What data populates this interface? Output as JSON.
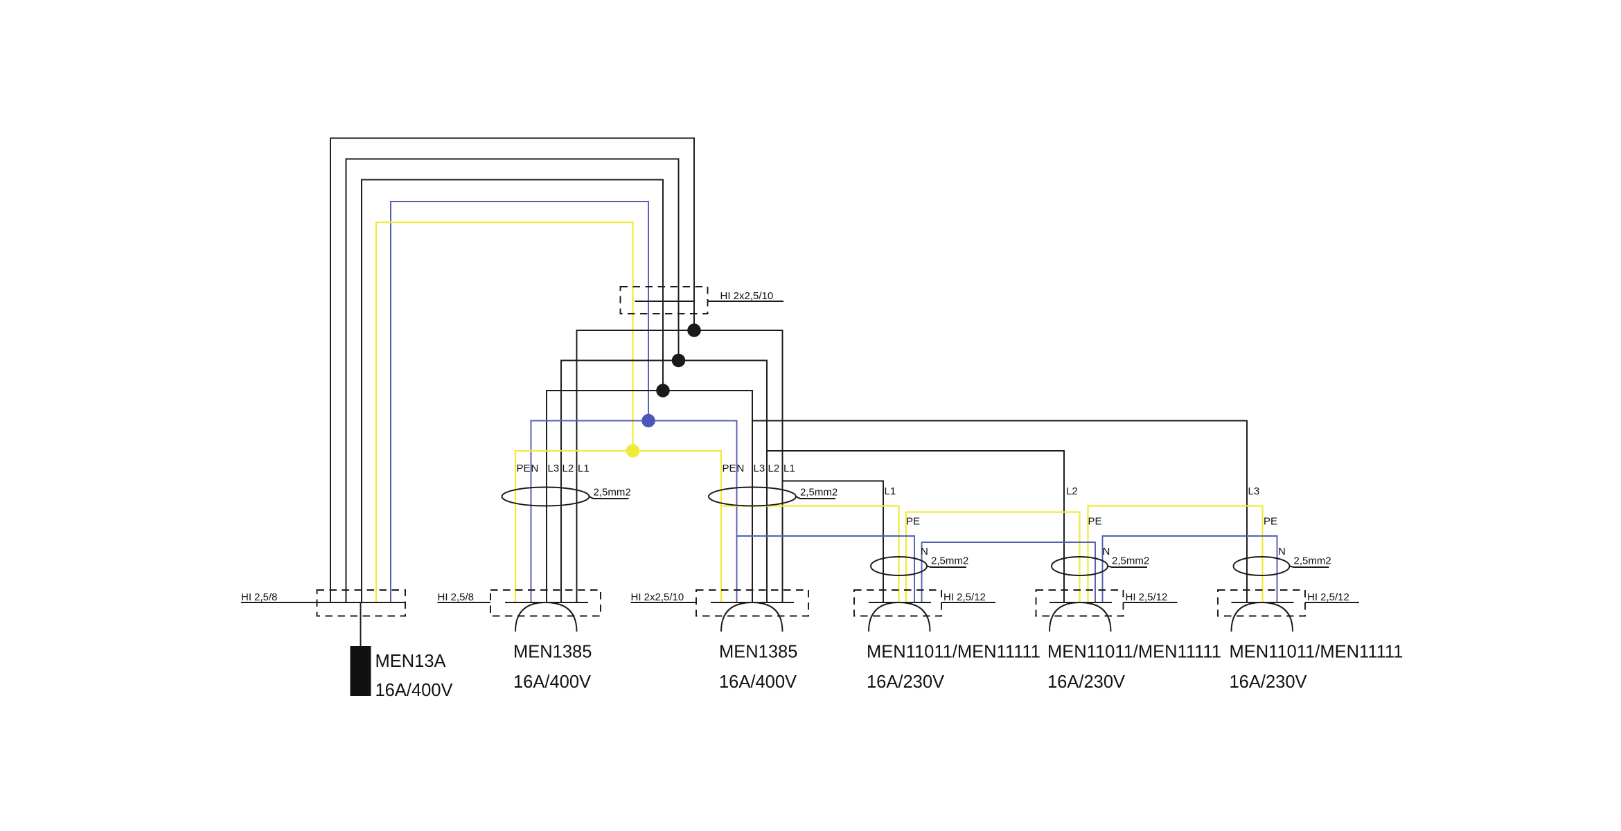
{
  "colors": {
    "phase": "#1a1a1a",
    "neutral": "#5560b0",
    "protective_earth": "#f2ea3a"
  },
  "cable_labels": {
    "left_box": "HI 2,5/8",
    "top_box": "HI 2x2,5/10",
    "socket1_box": "HI 2,5/8",
    "socket2_box": "HI 2x2,5/10",
    "socket3_box": "HI 2,5/12",
    "socket4_box": "HI 2,5/12",
    "socket5_box": "HI 2,5/12"
  },
  "conductor_labels": {
    "pe": "PE",
    "n": "N",
    "l1": "L1",
    "l2": "L2",
    "l3": "L3",
    "cross_section": "2,5mm2"
  },
  "devices": [
    {
      "model": "MEN13A",
      "rating": "16A/400V"
    },
    {
      "model": "MEN1385",
      "rating": "16A/400V"
    },
    {
      "model": "MEN1385",
      "rating": "16A/400V"
    },
    {
      "model": "MEN11011/MEN11111",
      "rating": "16A/230V"
    },
    {
      "model": "MEN11011/MEN11111",
      "rating": "16A/230V"
    },
    {
      "model": "MEN11011/MEN11111",
      "rating": "16A/230V"
    }
  ]
}
